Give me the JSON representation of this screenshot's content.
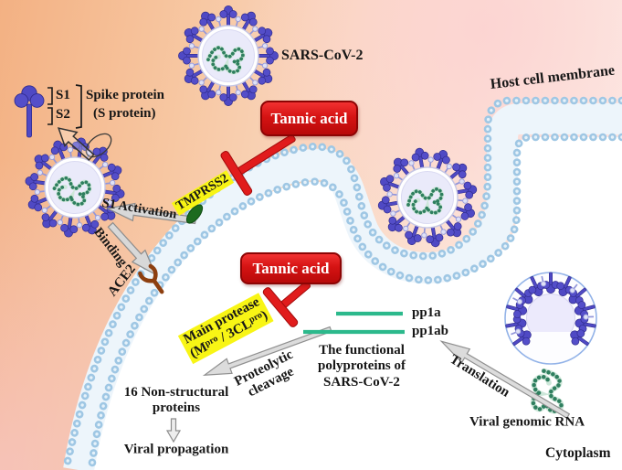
{
  "labels": {
    "virus_name": "SARS-CoV-2",
    "host_cell_membrane": "Host cell membrane",
    "s1": "S1",
    "s2": "S2",
    "spike_protein_line1": "Spike protein",
    "spike_protein_line2": "(S protein)",
    "tannic_acid_1": "Tannic acid",
    "tannic_acid_2": "Tannic acid",
    "tmprss2": "TMPRSS2",
    "s1_activation": "S1 Activation",
    "binding": "Binding",
    "ace2": "ACE2",
    "main_protease_line1": "Main protease",
    "mp_l2": [
      "(M",
      "pro",
      " / 3CL",
      "pro",
      ")"
    ],
    "proteolytic_line1": "Proteolytic",
    "proteolytic_line2": "cleavage",
    "nsp_line1": "16 Non-structural",
    "nsp_line2": "proteins",
    "viral_propagation": "Viral propagation",
    "pp1a": "pp1a",
    "pp1ab": "pp1ab",
    "functional_line1": "The functional",
    "functional_line2": "polyproteins of",
    "functional_line3": "SARS-CoV-2",
    "translation": "Translation",
    "viral_genomic_rna": "Viral genomic RNA",
    "cytoplasm": "Cytoplasm"
  },
  "colors": {
    "tannic_box_red": "#d51313",
    "tannic_border": "#8c0404",
    "highlight_yellow": "#f8f515",
    "tmprss2_oval_green": "#1d6b1f",
    "ace2_receptor_brown": "#8d3f10",
    "inhibitor_red": "#e11c1c",
    "membrane_bead_blue": "#9fc7e4",
    "membrane_tail_band": "#edf5fb",
    "polyprotein_line_green": "#2cb98c",
    "spike_purple": "#4f49c4",
    "rna_green": "#2f7f5f",
    "arrow_gray": "#d8d8d8",
    "cytoplasm_white": "#ffffff"
  }
}
